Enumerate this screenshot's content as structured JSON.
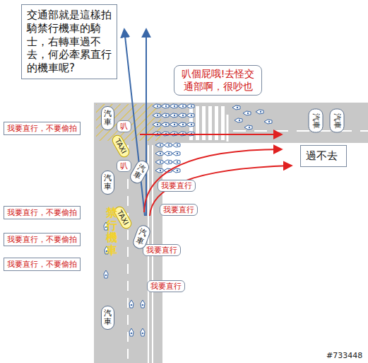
{
  "diagram": {
    "nodes": [
      {
        "text": [
          "交通部就是這樣拍騎禁行機車的騎士，右轉車過不去，何必牽累直行的機車呢?"
        ]
      },
      {
        "text": [
          "叭個屁哦!去怪交通部啊，很吵也"
        ]
      },
      {
        "text": [
          "過不去"
        ]
      },
      {
        "text": [
          "我要直行，不要偷拍"
        ]
      },
      {
        "text": [
          "叭"
        ]
      },
      {
        "text": [
          "汽車"
        ]
      },
      {
        "text": [
          "TAXI"
        ]
      },
      {
        "text": [
          "叭"
        ]
      },
      {
        "text": [
          "汽車"
        ]
      },
      {
        "text": [
          "汽車"
        ]
      },
      {
        "text": [
          "汽車"
        ]
      },
      {
        "text": [
          "我要直行"
        ]
      },
      {
        "text": [
          "我要直行"
        ]
      },
      {
        "text": [
          "我要直行，不要偷拍"
        ]
      },
      {
        "text": [
          "TAXI"
        ]
      },
      {
        "text": [
          "汽車"
        ]
      },
      {
        "text": [
          "我要直行，不要偷拍"
        ]
      },
      {
        "text": [
          "我要直行"
        ]
      },
      {
        "text": [
          "我要直行，不要偷拍"
        ]
      },
      {
        "text": [
          "汽車"
        ]
      },
      {
        "text": [
          "我要直行"
        ]
      },
      {
        "text": [
          "汽車"
        ]
      }
    ],
    "labels": [
      "禁行機車",
      "#733448"
    ]
  }
}
